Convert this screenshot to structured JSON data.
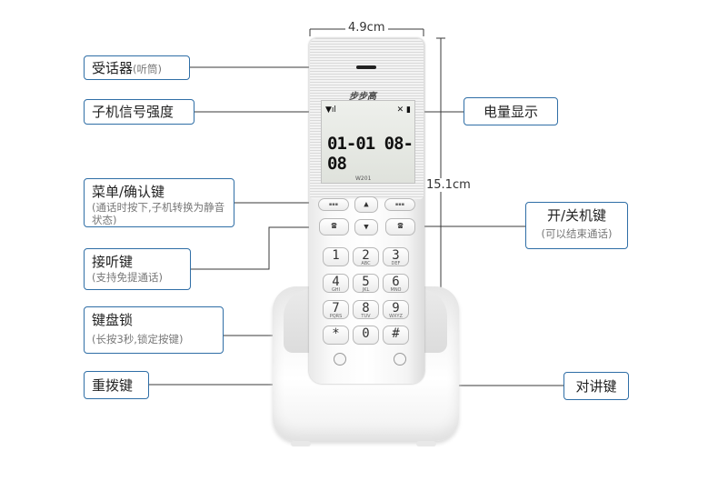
{
  "dimensions": {
    "width_label": "4.9cm",
    "height_label": "15.1cm"
  },
  "phone": {
    "brand": "步步高",
    "model": "W201",
    "screen_time": "01-01 08-08",
    "signal_icon": "signal-icon",
    "battery_icon": "battery-icon"
  },
  "keys": [
    {
      "digit": "1",
      "letters": ""
    },
    {
      "digit": "2",
      "letters": "ABC"
    },
    {
      "digit": "3",
      "letters": "DEF"
    },
    {
      "digit": "4",
      "letters": "GHI"
    },
    {
      "digit": "5",
      "letters": "JKL"
    },
    {
      "digit": "6",
      "letters": "MNO"
    },
    {
      "digit": "7",
      "letters": "PQRS"
    },
    {
      "digit": "8",
      "letters": "TUV"
    },
    {
      "digit": "9",
      "letters": "WXYZ"
    },
    {
      "digit": "*",
      "letters": ""
    },
    {
      "digit": "0",
      "letters": ""
    },
    {
      "digit": "#",
      "letters": ""
    }
  ],
  "callouts": {
    "receiver": {
      "title": "受话器",
      "sub": "(听筒)"
    },
    "signal": {
      "title": "子机信号强度"
    },
    "menu": {
      "title": "菜单/确认键",
      "sub": "(通话时按下,子机转换为静音状态)"
    },
    "answer": {
      "title": "接听键",
      "sub": "(支持免提通话)"
    },
    "keylock": {
      "title": "键盘锁",
      "sub": "(长按3秒,锁定按键)"
    },
    "redial": {
      "title": "重拨键"
    },
    "battery": {
      "title": "电量显示"
    },
    "power": {
      "title": "开/关机键",
      "sub": "(可以结束通话)"
    },
    "intercom": {
      "title": "对讲键"
    }
  },
  "colors": {
    "callout_border": "#2f6ea6",
    "line": "#3a3a3a"
  }
}
